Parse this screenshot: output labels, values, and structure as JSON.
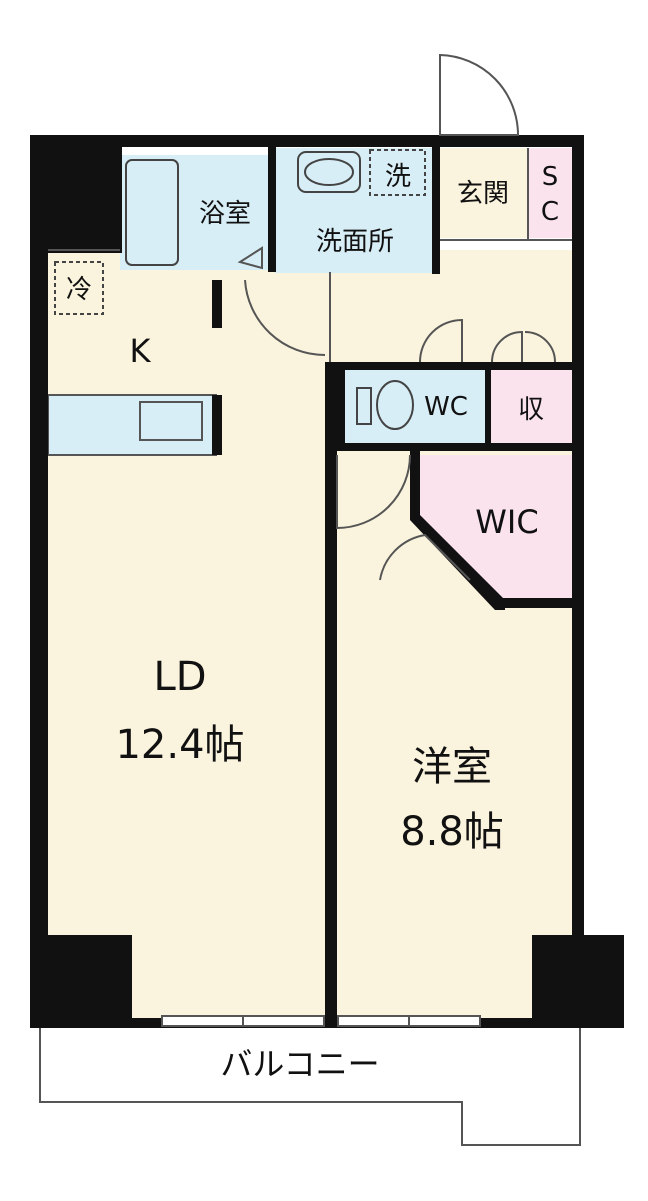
{
  "rooms": {
    "bath": "浴室",
    "washroom": "洗面所",
    "washer": "洗",
    "entrance": "玄関",
    "shoe_closet_s": "S",
    "shoe_closet_c": "C",
    "fridge": "冷",
    "kitchen": "K",
    "wc": "WC",
    "storage": "収",
    "wic": "WIC",
    "ld_name": "LD",
    "ld_size": "12.4帖",
    "western_name": "洋室",
    "western_size": "8.8帖",
    "balcony": "バルコニー"
  },
  "colors": {
    "wall": "#111111",
    "living_floor": "#faf3dd",
    "wet_area": "#d8eef7",
    "closet": "#fbe3ee",
    "balcony": "#ffffff"
  }
}
